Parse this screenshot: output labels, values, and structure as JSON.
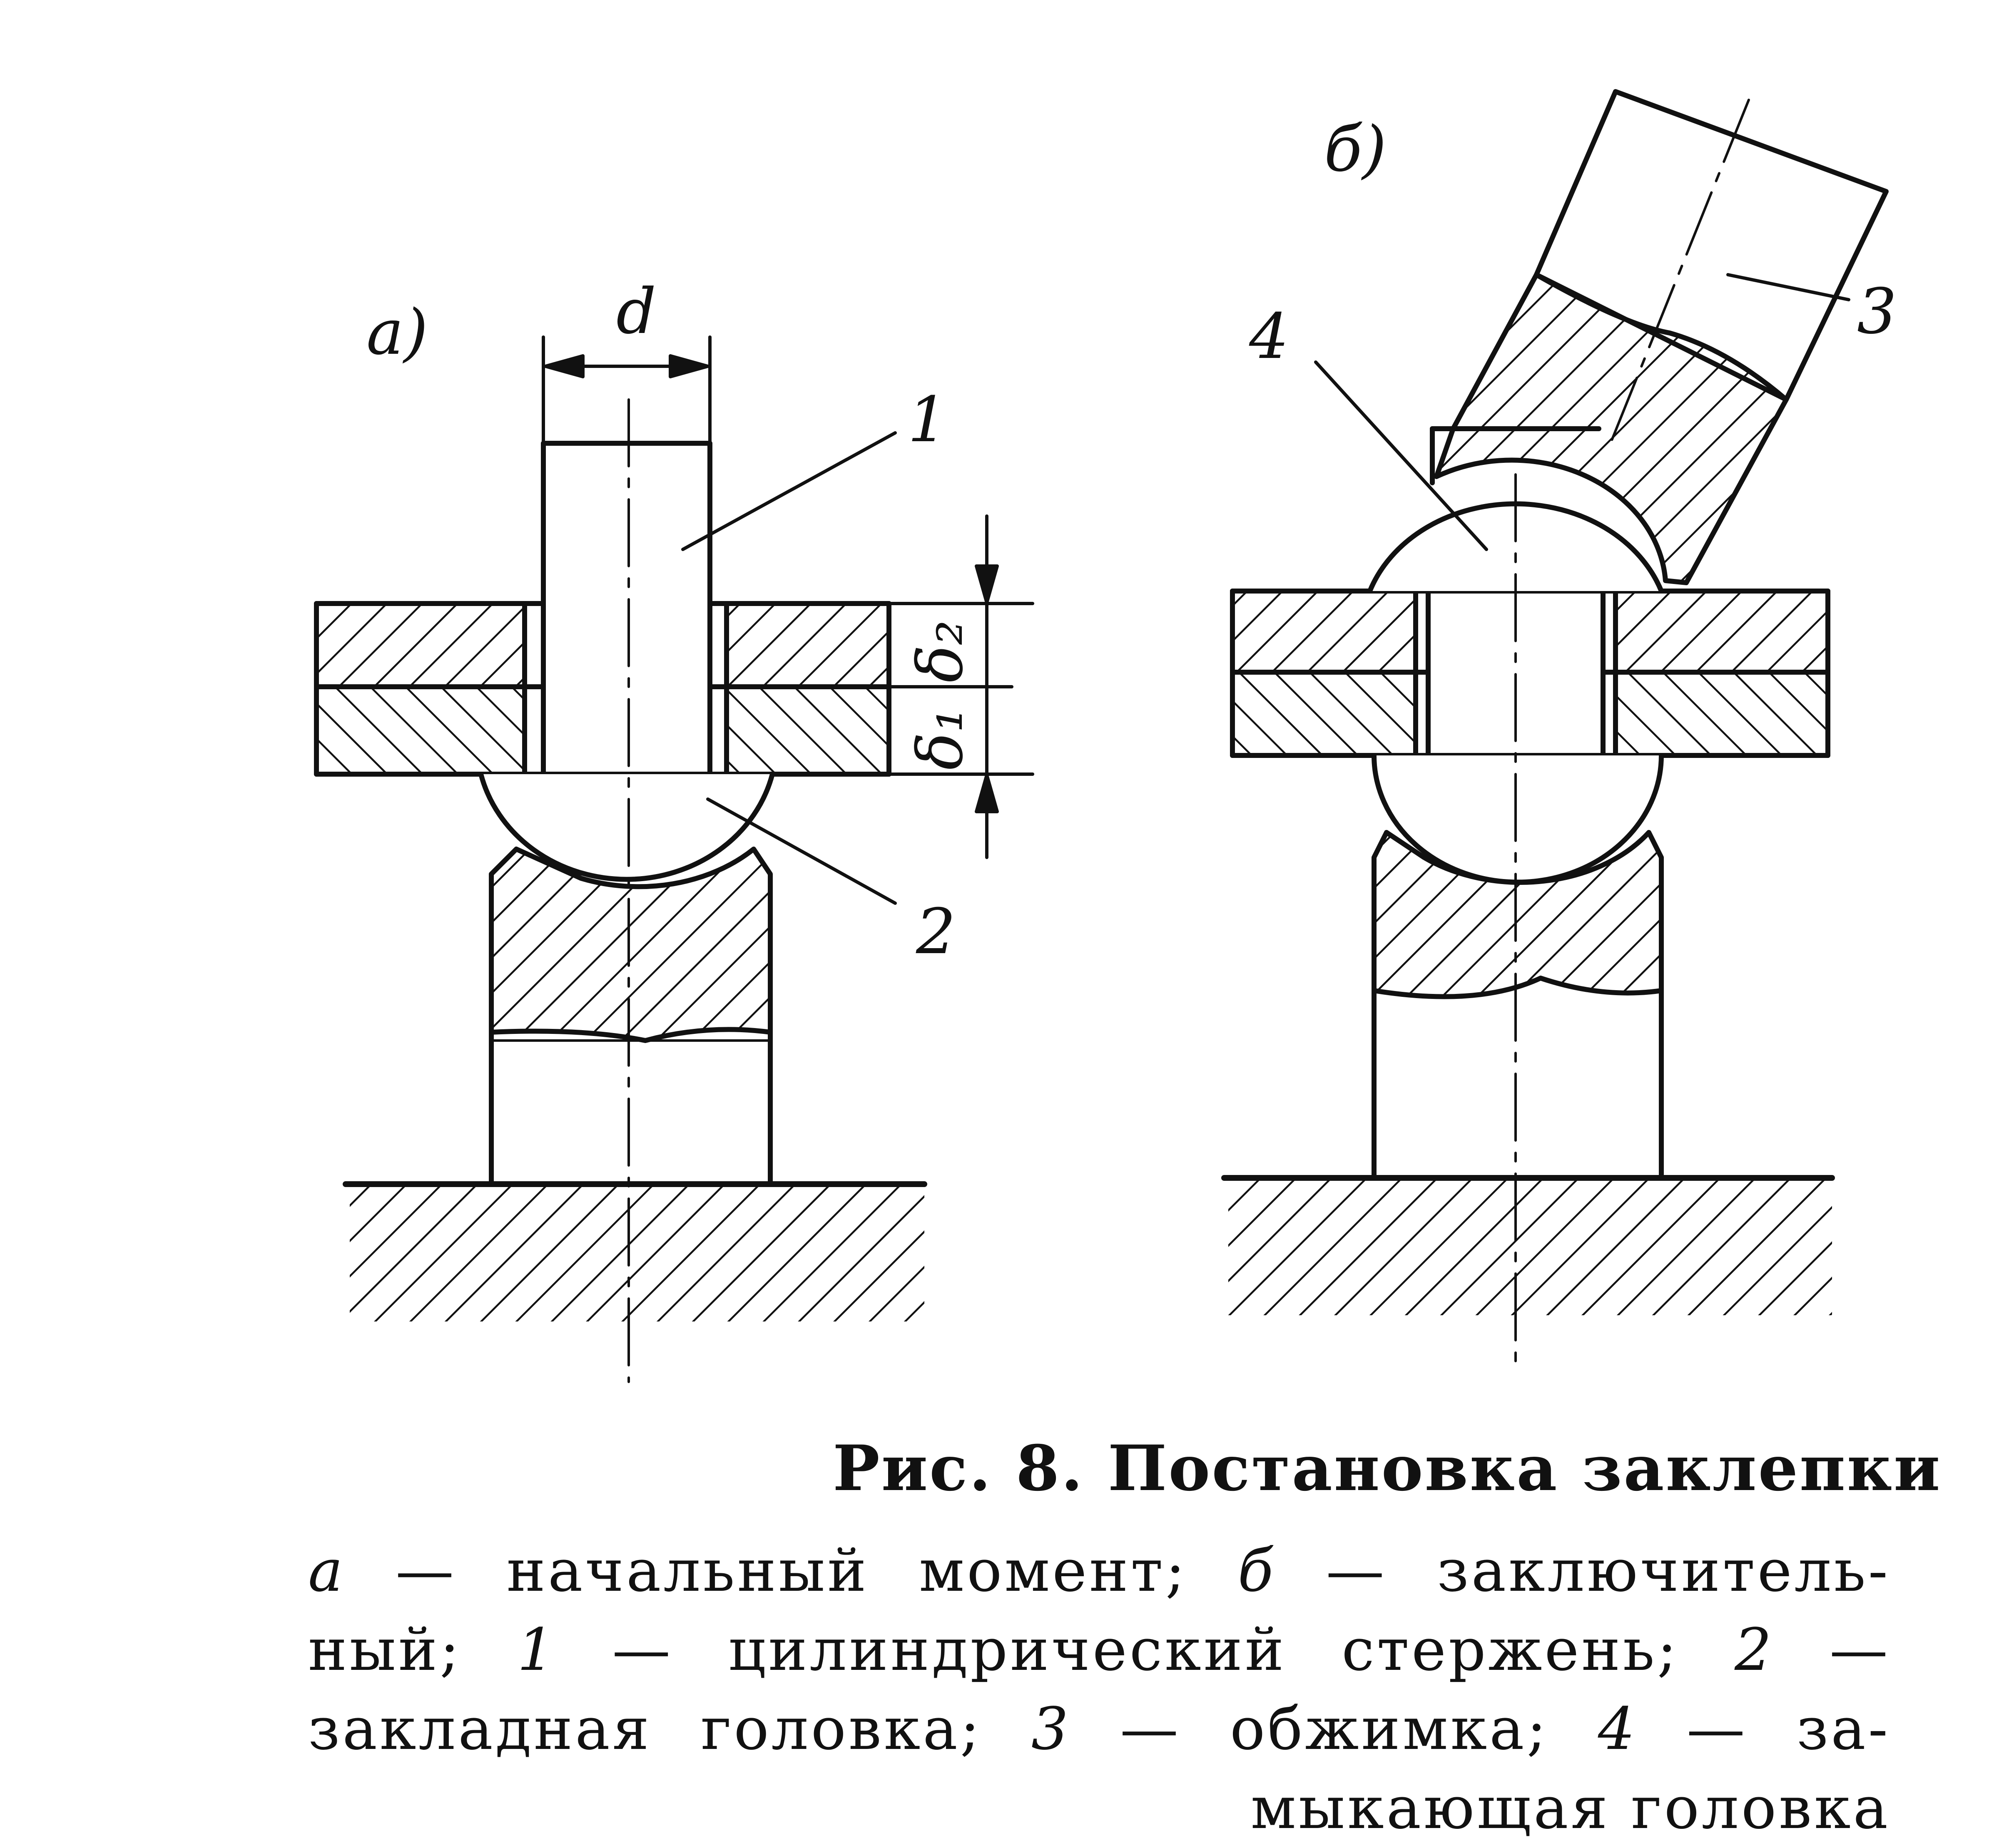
{
  "figure": {
    "panel_a_label": "а)",
    "panel_b_label": "б)",
    "dim_d": "d",
    "dim_delta2": "δ₂",
    "dim_delta1": "δ₁",
    "callout_1": "1",
    "callout_2": "2",
    "callout_3": "3",
    "callout_4": "4"
  },
  "caption": {
    "title": "Рис. 8. Постановка заклепки",
    "line1": {
      "k1": "а",
      "t1": " — начальный момент; ",
      "k2": "б",
      "t2": " — заключитель-"
    },
    "line2": {
      "t1": "ный; ",
      "k1": "1",
      "t2": " — цилиндрический стержень; ",
      "k2": "2",
      "t3": " —"
    },
    "line3": {
      "t1": "закладная головка; ",
      "k1": "3",
      "t2": " — обжимка; ",
      "k2": "4",
      "t3": " — за-"
    },
    "line4": "мыкающая головка"
  }
}
